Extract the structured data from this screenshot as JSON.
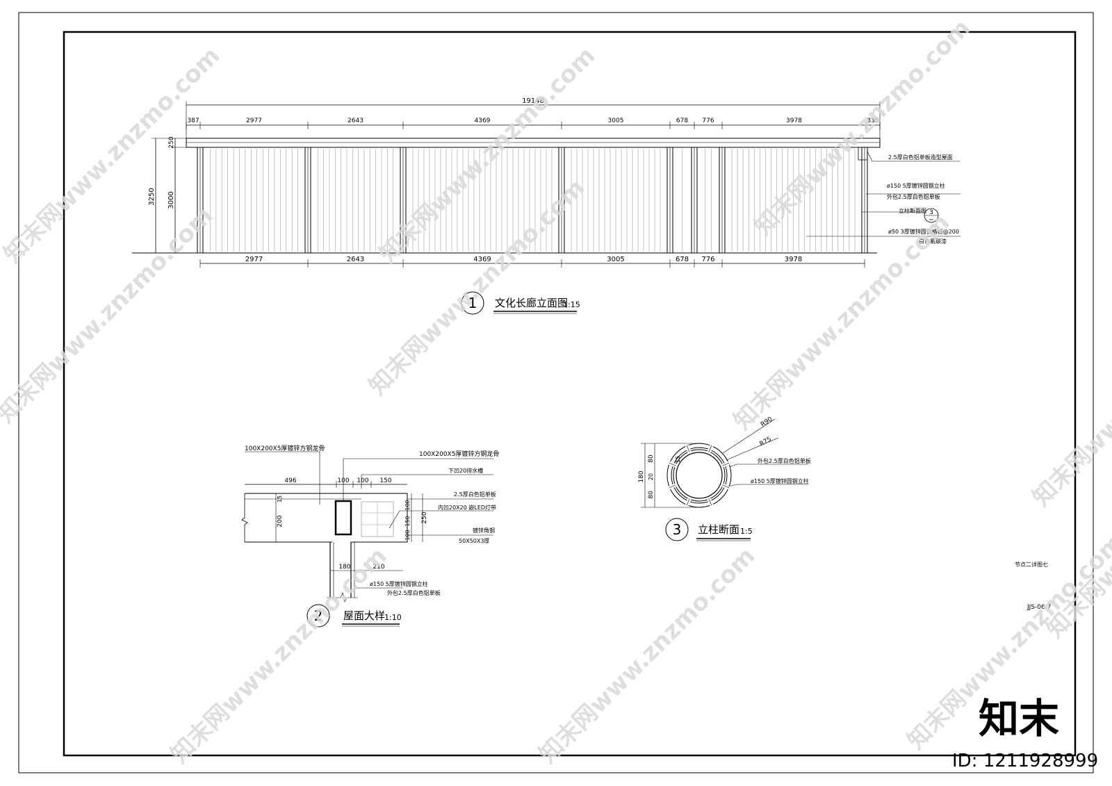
{
  "elevation": {
    "overall": "19148",
    "top_dims": [
      "387",
      "2977",
      "2643",
      "4369",
      "3005",
      "678",
      "776",
      "3978",
      "335"
    ],
    "bottom_dims": [
      "2977",
      "2643",
      "4369",
      "3005",
      "678",
      "776",
      "3978"
    ],
    "left_dims": [
      "3250",
      "250",
      "3000"
    ],
    "notes": [
      "2.5厚白色铝单板造型屋面",
      "ø150 5厚镀锌圆钢立柱",
      "外包2.5厚白色铝单板",
      "立柱断面图",
      "ø50 3厚镀锌圆钢格栅@200",
      "白色氟碳漆"
    ],
    "ref_num": "3",
    "title_num": "1",
    "title": "文化长廊立面图",
    "scale": "1:15"
  },
  "roof_detail": {
    "labels": [
      "100X200X5厚镀锌方钢龙骨",
      "100X200X5厚镀锌方钢龙骨",
      "下凹20排水槽",
      "2.5厚白色铝单板",
      "内凹20X20 嵌LED灯带",
      "镀锌角钢",
      "50X50X3厚",
      "ø150 5厚镀锌圆钢立柱",
      "外包2.5厚白色铝单板"
    ],
    "dims_top": [
      "496",
      "100",
      "100",
      "150"
    ],
    "dims_left": [
      "15",
      "200"
    ],
    "dims_right": [
      "100",
      "150",
      "100",
      "250"
    ],
    "dims_bottom": [
      "180",
      "210"
    ],
    "title_num": "2",
    "title": "屋面大样",
    "scale": "1:10"
  },
  "column_section": {
    "labels": [
      "R90",
      "R75",
      "外包2.5厚白色铝单板",
      "ø150 5厚镀锌圆钢立柱"
    ],
    "dims": [
      "180",
      "80",
      "20",
      "80",
      "15"
    ],
    "title_num": "3",
    "title": "立柱断面",
    "scale": "1:5"
  },
  "sheet": {
    "caption": "节点二详图七",
    "drawing_no": "JJS-06.7"
  },
  "watermark": {
    "text": "知末网www.znzmo.com",
    "logo": "知末",
    "id": "ID: 1211928999"
  }
}
